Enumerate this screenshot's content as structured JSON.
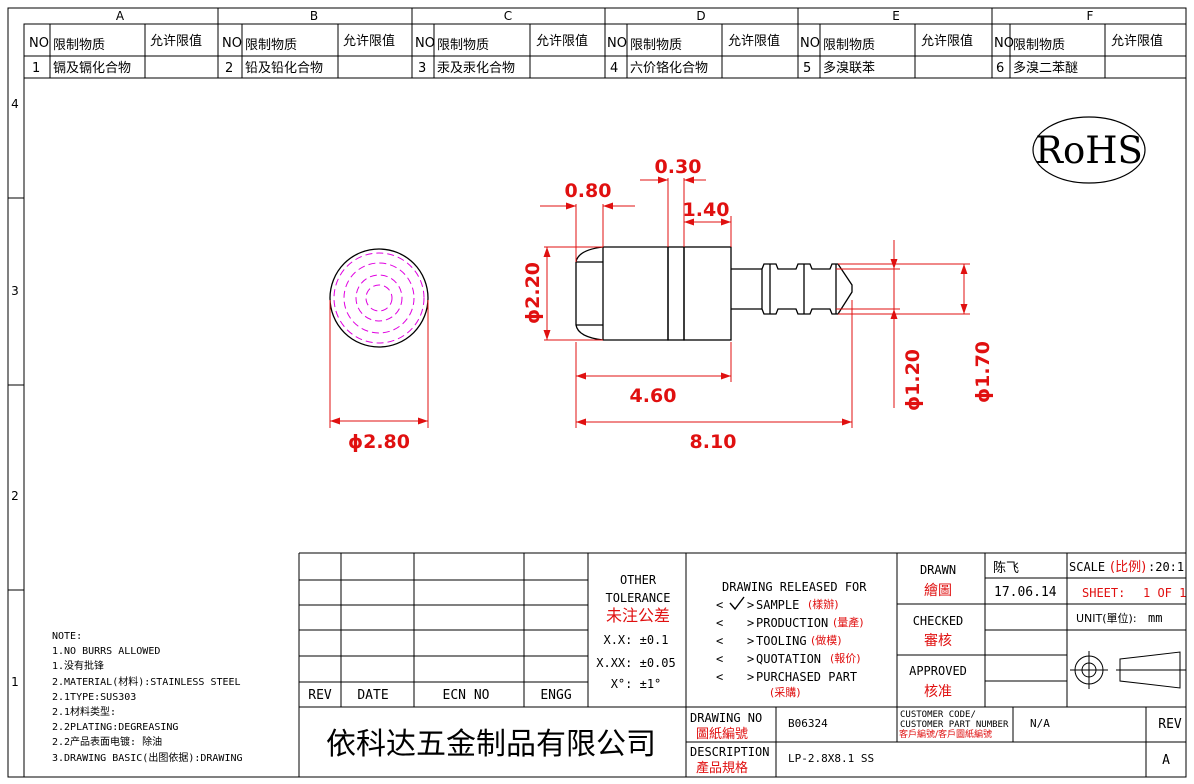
{
  "zone_columns": [
    "A",
    "B",
    "C",
    "D",
    "E",
    "F"
  ],
  "zone_rows": [
    "4",
    "3",
    "2",
    "1"
  ],
  "restricted_substances": {
    "header": {
      "no": "NO",
      "substance": "限制物质",
      "limit": "允许限值"
    },
    "items": [
      {
        "no": "1",
        "name": "镉及镉化合物"
      },
      {
        "no": "2",
        "name": "铅及铅化合物"
      },
      {
        "no": "3",
        "name": "汞及汞化合物"
      },
      {
        "no": "4",
        "name": "六价铬化合物"
      },
      {
        "no": "5",
        "name": "多溴联苯"
      },
      {
        "no": "6",
        "name": "多溴二苯醚"
      }
    ]
  },
  "rohs_label": "RoHS",
  "dimensions": {
    "d080": "0.80",
    "d030": "0.30",
    "d140": "1.40",
    "d220": "ϕ2.20",
    "d460": "4.60",
    "d810": "8.10",
    "d120": "ϕ1.20",
    "d170": "ϕ1.70",
    "d280": "ϕ2.80"
  },
  "notes": [
    "NOTE:",
    "1.NO BURRS ALLOWED",
    "1.没有批锋",
    "2.MATERIAL(材料):STAINLESS STEEL",
    "2.1TYPE:SUS303",
    "2.1材料类型:",
    "2.2PLATING:DEGREASING",
    "2.2产品表面电镀: 除油",
    "3.DRAWING BASIC(出图依据):DRAWING"
  ],
  "revision_table": {
    "rev": "REV",
    "date": "DATE",
    "ecn": "ECN NO",
    "engg": "ENGG"
  },
  "tolerance": {
    "title_1": "OTHER",
    "title_2": "TOLERANCE",
    "title_cn": "未注公差",
    "x": "X.X: ±0.1",
    "xx": "X.XX: ±0.05",
    "deg": "X°: ±1°"
  },
  "release": {
    "title": "DRAWING RELEASED FOR",
    "sample_en": "SAMPLE",
    "sample_cn": "(樣辦)",
    "production_en": "PRODUCTION",
    "production_cn": "(量產)",
    "tooling_en": "TOOLING",
    "tooling_cn": "(做模)",
    "quotation_en": "QUOTATION",
    "quotation_cn": "(報价)",
    "purchased_en": "PURCHASED PART",
    "purchased_cn": "(采購)",
    "checked_item": "SAMPLE"
  },
  "signatures": {
    "drawn_en": "DRAWN",
    "drawn_cn": "繪圖",
    "drawn_name": "陈飞",
    "drawn_date": "17.06.14",
    "checked_en": "CHECKED",
    "checked_cn": "審核",
    "approved_en": "APPROVED",
    "approved_cn": "核准"
  },
  "scale": {
    "label": "SCALE",
    "label_cn": "(比例)",
    "value": ":20:1"
  },
  "sheet": {
    "label": "SHEET:",
    "value": "1 OF 1"
  },
  "unit": {
    "label": "UNIT(單位):",
    "value": "mm"
  },
  "company": "依科达五金制品有限公司",
  "drawing_no": {
    "label_en": "DRAWING NO",
    "label_cn": "圖紙編號",
    "value": "B06324"
  },
  "description": {
    "label_en": "DESCRIPTION",
    "label_cn": "產品規格",
    "value": "LP-2.8X8.1 SS"
  },
  "customer": {
    "label_1": "CUSTOMER CODE/",
    "label_2": "CUSTOMER PART NUMBER",
    "label_cn": "客戶編號/客戶圖紙編號",
    "value": "N/A"
  },
  "rev_block": {
    "label": "REV",
    "value": "A"
  },
  "colors": {
    "dimension": "#e01010",
    "hidden_line": "#e000e0",
    "outline": "#000000"
  }
}
